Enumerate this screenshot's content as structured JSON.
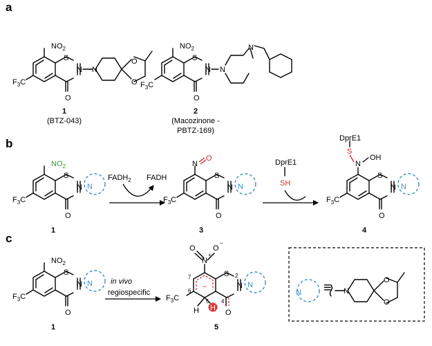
{
  "panels": {
    "a": "a",
    "b": "b",
    "c": "c"
  },
  "atoms": {
    "S": "S",
    "N": "N",
    "O": "O",
    "NO2": "NO",
    "NO2_sub": "2",
    "F3C": "F",
    "F3C_sub": "3",
    "F3C_tail": "C",
    "OH": "OH",
    "N_radical": "N"
  },
  "compounds": {
    "c1": {
      "label": "1",
      "name": "(BTZ-043)"
    },
    "c2": {
      "label": "2",
      "name_line1": "(Macozinone -",
      "name_line2": "PBTZ-169)"
    },
    "c3": {
      "label": "3"
    },
    "c4": {
      "label": "4"
    },
    "c5": {
      "label": "5"
    }
  },
  "reaction_b": {
    "fadh2": "FADH",
    "fadh2_sub": "2",
    "fadh": "FADH",
    "enzyme": "DprE1",
    "thiol": "SH",
    "enzyme_bound": "DprE1",
    "thioether": "S"
  },
  "reaction_c": {
    "cond_line1": "in vivo",
    "cond_line2": "regiospecific",
    "charge_plus": "+",
    "charge_minus": "–",
    "minus_ring": "–",
    "H_atom": "H",
    "H_red": "H",
    "positions": [
      "2",
      "4",
      "5",
      "6",
      "7"
    ]
  },
  "equivalence": {
    "symbol": "≡",
    "N": "N"
  },
  "colors": {
    "green": "#2ca02c",
    "red": "#d62728",
    "blue": "#3b8fd1"
  }
}
